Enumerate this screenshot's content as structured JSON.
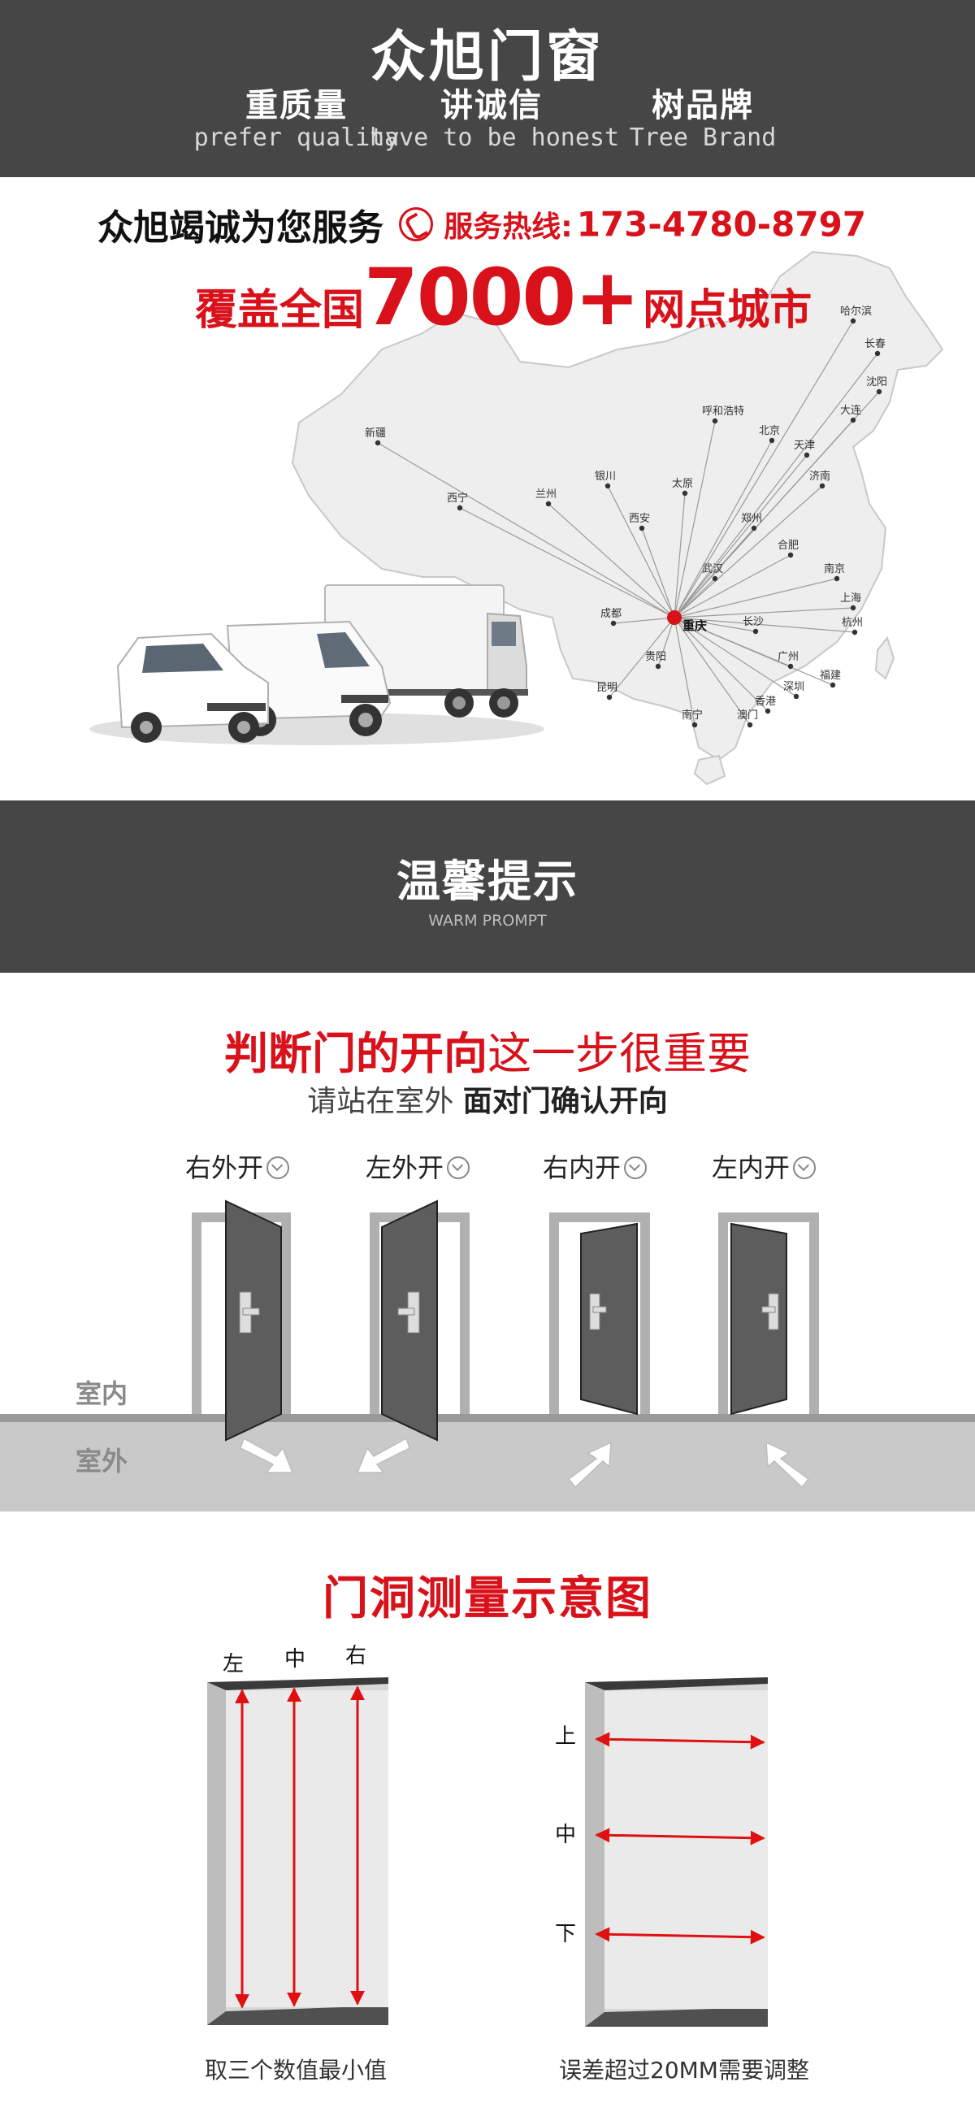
{
  "header": {
    "brand": "众旭门窗",
    "slogans": [
      {
        "cn": "重质量",
        "en": "prefer quality"
      },
      {
        "cn": "讲诚信",
        "en": "have to be honest"
      },
      {
        "cn": "树品牌",
        "en": "Tree Brand"
      }
    ]
  },
  "service": {
    "title": "众旭竭诚为您服务",
    "hotline_label": "服务热线:",
    "phone": "173-4780-8797",
    "coverage_prefix": "覆盖全国",
    "coverage_number": "7000+",
    "coverage_suffix": "网点城市",
    "hub_city": "重庆",
    "cities": [
      "哈尔滨",
      "长春",
      "沈阳",
      "大连",
      "呼和浩特",
      "北京",
      "天津",
      "济南",
      "新疆",
      "银川",
      "太原",
      "西宁",
      "兰州",
      "西安",
      "郑州",
      "合肥",
      "南京",
      "武汉",
      "上海",
      "成都",
      "长沙",
      "杭州",
      "贵阳",
      "广州",
      "福建",
      "深圳",
      "昆明",
      "南宁",
      "澳门",
      "香港"
    ],
    "icons": {
      "phone": "phone-icon",
      "trucks": "delivery-trucks-icon"
    },
    "accent_color": "#d8111a"
  },
  "prompt": {
    "title": "温馨提示",
    "subtitle": "WARM PROMPT"
  },
  "door_direction": {
    "heading_red": "判断门的开向",
    "heading_rest": "这一步很重要",
    "instruction_plain": "请站在室外",
    "instruction_bold": "面对门确认开向",
    "options": [
      "右外开",
      "左外开",
      "右内开",
      "左内开"
    ],
    "indoor": "室内",
    "outdoor": "室外"
  },
  "measurement": {
    "title": "门洞测量示意图",
    "vertical_labels": [
      "左",
      "中",
      "右"
    ],
    "horizontal_labels": [
      "上",
      "中",
      "下"
    ],
    "caption_left": "取三个数值最小值",
    "caption_right": "误差超过20MM需要调整"
  }
}
